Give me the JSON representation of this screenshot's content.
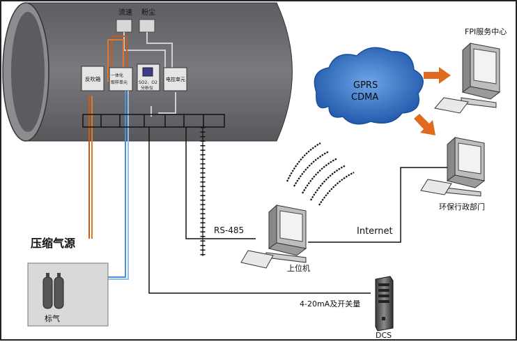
{
  "pipe": {
    "flow_label": "流速",
    "dust_label": "粉尘",
    "absorber_label": "反吹箱",
    "integrated_unit_label": "一体化\n取样单元",
    "analyzer_label": "SO2、O2\n分析仪",
    "control_unit_label": "电控单元"
  },
  "air_source_label": "压缩气源",
  "standard_gas_label": "标气",
  "cloud_label": "GPRS\nCDMA",
  "fpi_label": "FPI服务中心",
  "epa_label": "环保行政部门",
  "upper_label": "上位机",
  "rs485_label": "RS-485",
  "internet_label": "Internet",
  "signal_label": "4-20mA及开关量",
  "dcs_label": "DCS",
  "colors": {
    "pipe": "#6e6e72",
    "cloud": "#2f6fc0",
    "arrow": "#e06a20",
    "orange_line": "#e07a2a",
    "blue_line": "#4a90d9"
  }
}
